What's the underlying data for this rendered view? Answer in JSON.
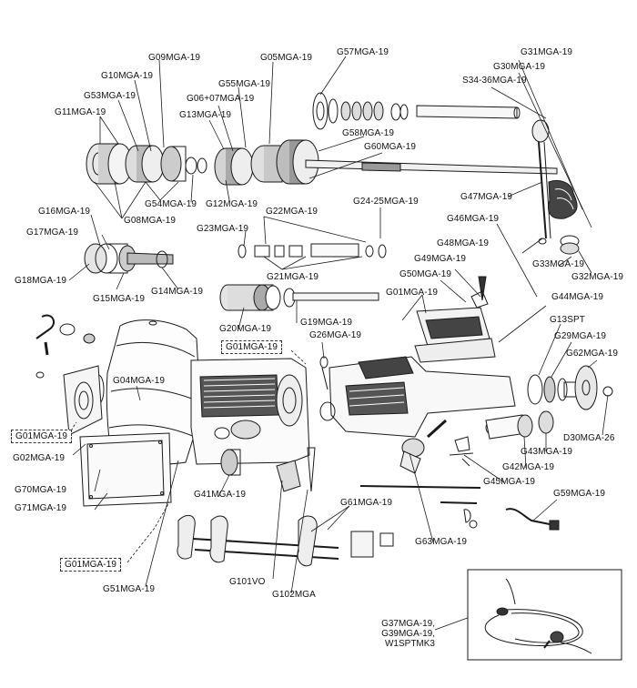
{
  "parts": {
    "g09": "G09MGA-19",
    "g05": "G05MGA-19",
    "g57": "G57MGA-19",
    "g31": "G31MGA-19",
    "g30": "G30MGA-19",
    "s34": "S34-36MGA-19",
    "g10": "G10MGA-19",
    "g55": "G55MGA-19",
    "g53": "G53MGA-19",
    "g0607": "G06+07MGA-19",
    "g11": "G11MGA-19",
    "g13": "G13MGA-19",
    "g58": "G58MGA-19",
    "g60": "G60MGA-19",
    "g54": "G54MGA-19",
    "g12": "G12MGA-19",
    "g08": "G08MGA-19",
    "g47": "G47MGA-19",
    "g16": "G16MGA-19",
    "g22": "G22MGA-19",
    "g2425": "G24-25MGA-19",
    "g46": "G46MGA-19",
    "g17": "G17MGA-19",
    "g23": "G23MGA-19",
    "g48": "G48MGA-19",
    "g33": "G33MGA-19",
    "g32": "G32MGA-19",
    "g49": "G49MGA-19",
    "g18": "G18MGA-19",
    "g21": "G21MGA-19",
    "g50": "G50MGA-19",
    "g15": "G15MGA-19",
    "g14": "G14MGA-19",
    "g01a": "G01MGA-19",
    "g44": "G44MGA-19",
    "g19": "G19MGA-19",
    "g13spt": "G13SPT",
    "g20": "G20MGA-19",
    "g26": "G26MGA-19",
    "g29": "G29MGA-19",
    "g01b": "G01MGA-19",
    "g62": "G62MGA-19",
    "g04": "G04MGA-19",
    "g01c": "G01MGA-19",
    "d30": "D30MGA-26",
    "g02": "G02MGA-19",
    "g43": "G43MGA-19",
    "g42": "G42MGA-19",
    "g70": "G70MGA-19",
    "g45": "G45MGA-19",
    "g41": "G41MGA-19",
    "g71": "G71MGA-19",
    "g61": "G61MGA-19",
    "g59": "G59MGA-19",
    "g63": "G63MGA-19",
    "g01d": "G01MGA-19",
    "g51": "G51MGA-19",
    "g101": "G101VO",
    "g102": "G102MGA"
  },
  "inset": {
    "line1": "G37MGA-19,",
    "line2": "G39MGA-19,",
    "line3": "W1SPTMK3"
  }
}
